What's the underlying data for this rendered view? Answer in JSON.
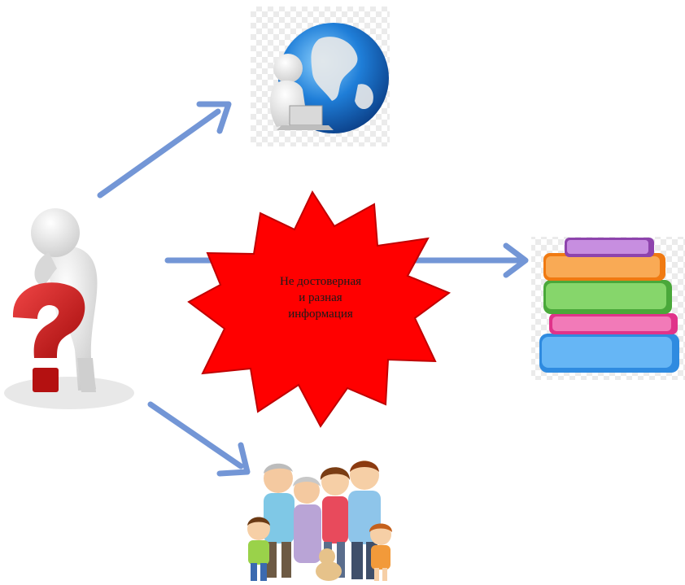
{
  "center_star": {
    "line1": "Не достоверная",
    "line2": "и разная",
    "line3": "информация",
    "fill_color": "#ff0000",
    "stroke_color": "#c00000"
  },
  "arrows": {
    "color": "#7396d6"
  },
  "images": {
    "thinking_person": "thinking-person-with-question-mark",
    "internet": "person-with-laptop-and-globe",
    "books": "stack-of-books",
    "family": "family-group"
  }
}
